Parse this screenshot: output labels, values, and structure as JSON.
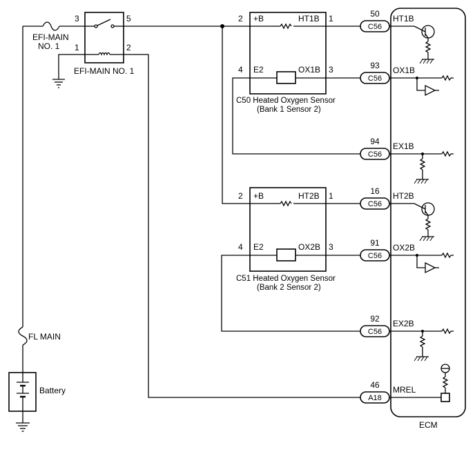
{
  "relay": {
    "name": "EFI-MAIN NO. 1",
    "pins": {
      "p1": "1",
      "p2": "2",
      "p3": "3",
      "p5": "5"
    }
  },
  "fuses": {
    "efi_main_line1": "EFI-MAIN",
    "efi_main_line2": "NO. 1",
    "fl_main": "FL MAIN"
  },
  "battery": "Battery",
  "sensor1": {
    "name_line1": "C50  Heated Oxygen Sensor",
    "name_line2": "(Bank 1 Sensor 2)",
    "plus_b": "+B",
    "ht": "HT1B",
    "e2": "E2",
    "ox": "OX1B",
    "pin_plus": "2",
    "pin_ht": "1",
    "pin_e2": "4",
    "pin_ox": "3"
  },
  "sensor2": {
    "name_line1": "C51  Heated Oxygen Sensor",
    "name_line2": "(Bank 2 Sensor 2)",
    "plus_b": "+B",
    "ht": "HT2B",
    "e2": "E2",
    "ox": "OX2B",
    "pin_plus": "2",
    "pin_ht": "1",
    "pin_e2": "4",
    "pin_ox": "3"
  },
  "ecm": {
    "label": "ECM",
    "terminals": [
      {
        "pin": "50",
        "connector": "C56",
        "signal": "HT1B"
      },
      {
        "pin": "93",
        "connector": "C56",
        "signal": "OX1B"
      },
      {
        "pin": "94",
        "connector": "C56",
        "signal": "EX1B"
      },
      {
        "pin": "16",
        "connector": "C56",
        "signal": "HT2B"
      },
      {
        "pin": "91",
        "connector": "C56",
        "signal": "OX2B"
      },
      {
        "pin": "92",
        "connector": "C56",
        "signal": "EX2B"
      },
      {
        "pin": "46",
        "connector": "A18",
        "signal": "MREL"
      }
    ]
  }
}
